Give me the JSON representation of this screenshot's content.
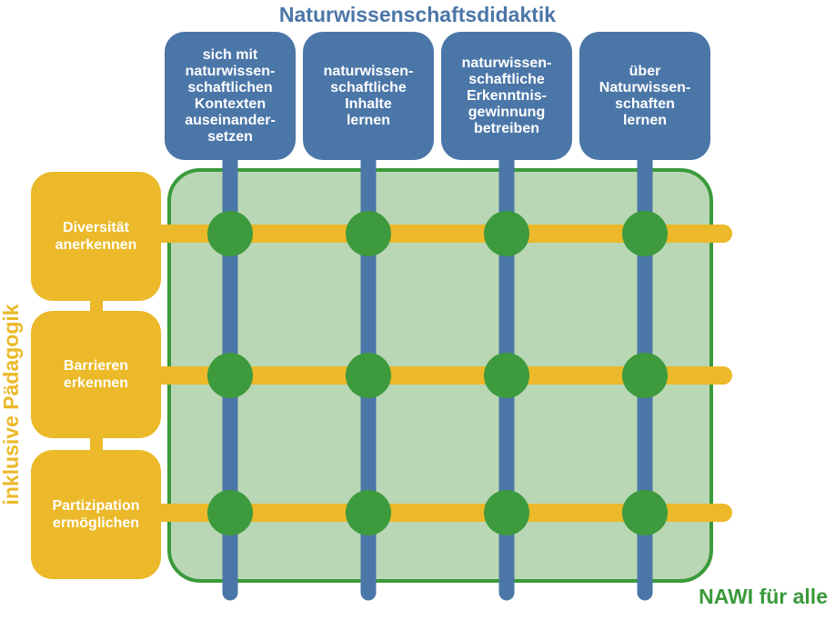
{
  "top_title": "Naturwissenschaftsdidaktik",
  "left_title": "inklusive Pädagogik",
  "bottom_right_title": "NAWI für alle",
  "columns": [
    {
      "label": "sich mit\nnaturwissen-\nschaftlichen\nKontexten\nauseinander-\nsetzen"
    },
    {
      "label": "naturwissen-\nschaftliche\nInhalte\nlernen"
    },
    {
      "label": "naturwissen-\nschaftliche\nErkenntnis-\ngewinnung\nbetreiben"
    },
    {
      "label": "über\nNaturwissen-\nschaften\nlernen"
    }
  ],
  "rows": [
    {
      "label": "Diversität\nanerkennen"
    },
    {
      "label": "Barrieren\nerkennen"
    },
    {
      "label": "Partizipation\nermöglichen"
    }
  ],
  "colors": {
    "blue": "#4b76a8",
    "yellow": "#ebb929",
    "green": "#3a9a3a",
    "green_fill": "#b9d7b4",
    "node": "#3d9a3d"
  }
}
